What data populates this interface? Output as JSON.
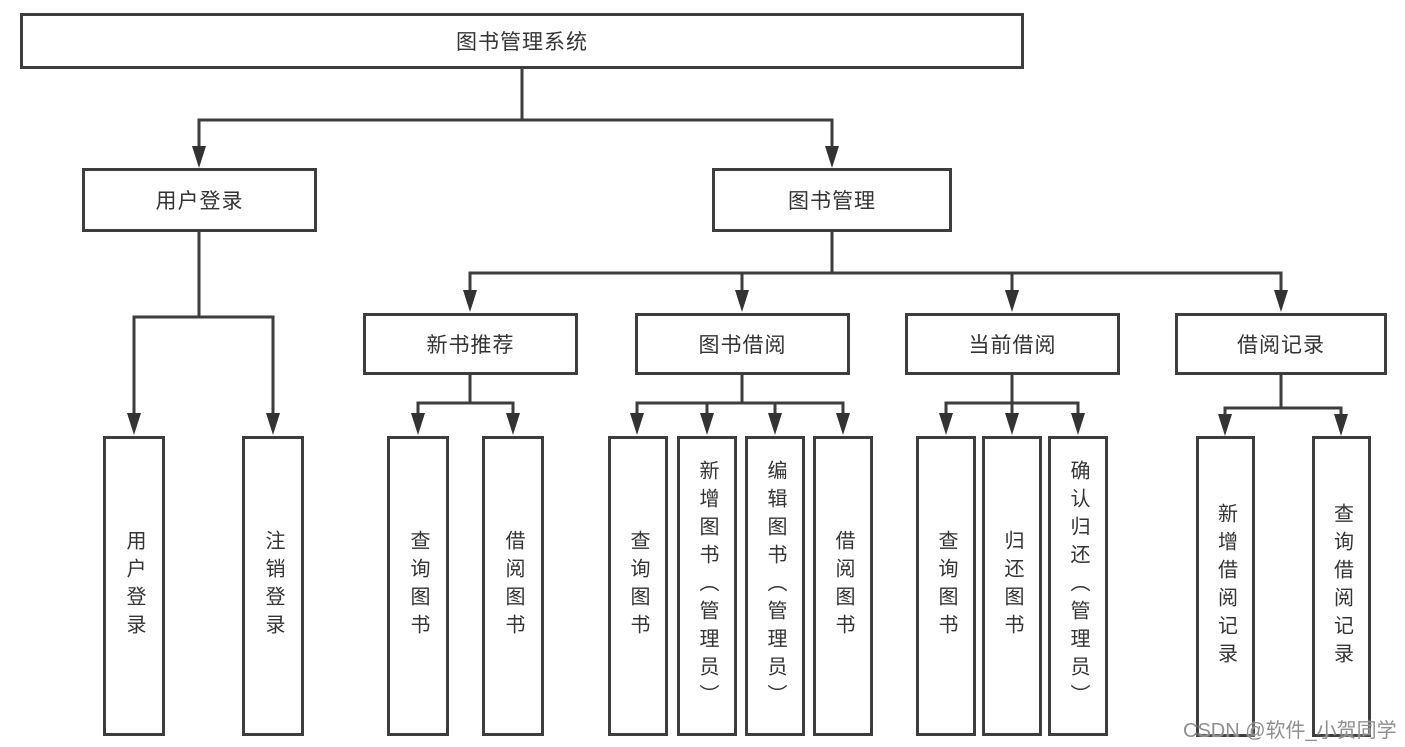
{
  "diagram_type": "hierarchy-tree",
  "colors": {
    "background": "#ffffff",
    "box_fill": "#ffffff",
    "box_border": "#3d3d3d",
    "line": "#3d3d3d",
    "text": "#333333",
    "watermark": "#8f8f8f"
  },
  "tree": {
    "label": "图书管理系统",
    "children": [
      {
        "label": "用户登录",
        "children": [
          {
            "label": "用户登录"
          },
          {
            "label": "注销登录"
          }
        ]
      },
      {
        "label": "图书管理",
        "children": [
          {
            "label": "新书推荐",
            "children": [
              {
                "label": "查询图书"
              },
              {
                "label": "借阅图书"
              }
            ]
          },
          {
            "label": "图书借阅",
            "children": [
              {
                "label": "查询图书"
              },
              {
                "label": "新增图书（管理员）"
              },
              {
                "label": "编辑图书（管理员）"
              },
              {
                "label": "借阅图书"
              }
            ]
          },
          {
            "label": "当前借阅",
            "children": [
              {
                "label": "查询图书"
              },
              {
                "label": "归还图书"
              },
              {
                "label": "确认归还（管理员）"
              }
            ]
          },
          {
            "label": "借阅记录",
            "children": [
              {
                "label": "新增借阅记录"
              },
              {
                "label": "查询借阅记录"
              }
            ]
          }
        ]
      }
    ]
  },
  "watermark": {
    "text": "CSDN @软件_小贺同学"
  }
}
